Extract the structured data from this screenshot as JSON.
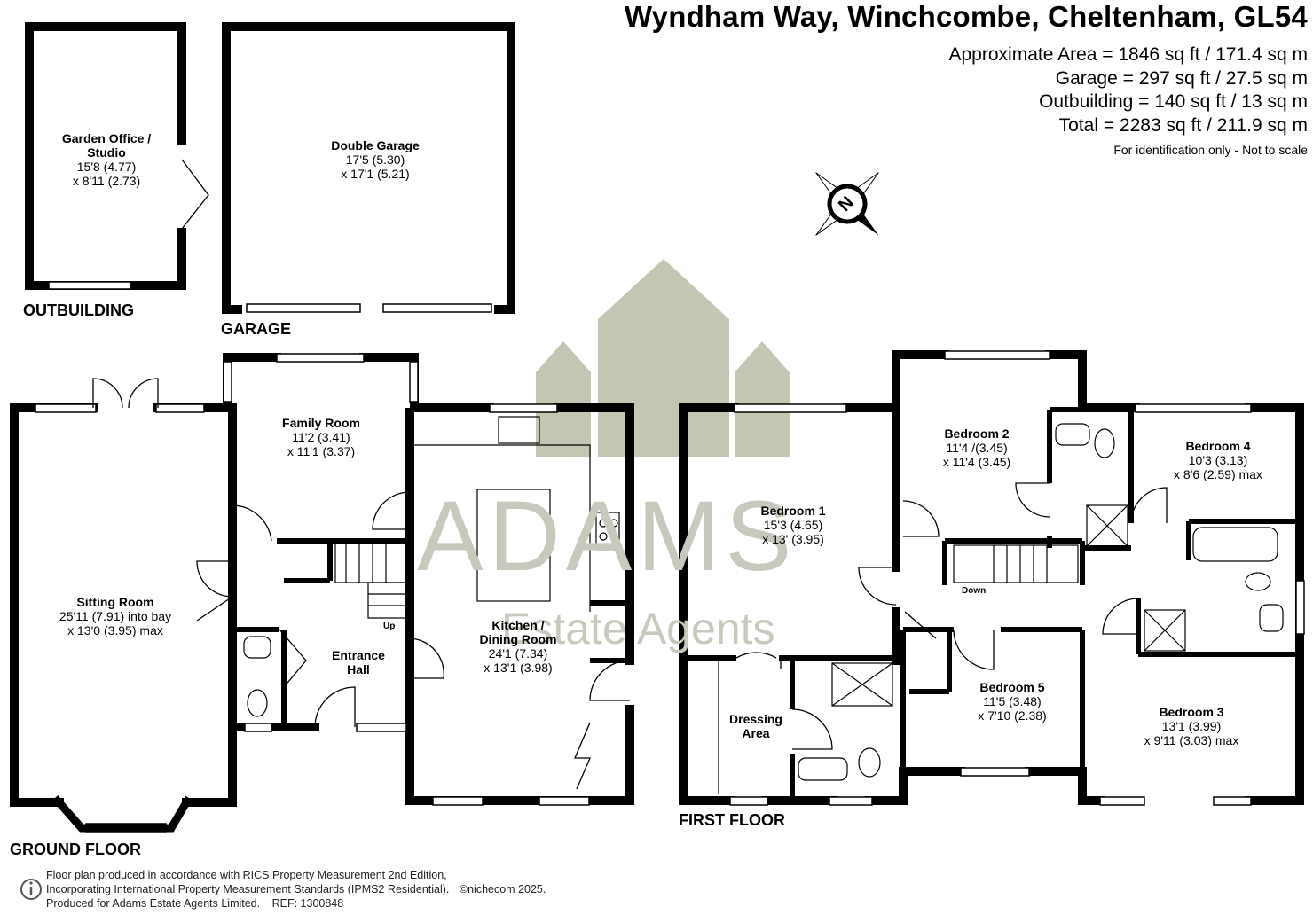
{
  "header": {
    "address": "Wyndham Way, Winchcombe, Cheltenham, GL54",
    "area_lines": [
      "Approximate Area = 1846 sq ft / 171.4 sq m",
      "Garage = 297 sq ft / 27.5 sq m",
      "Outbuilding = 140 sq ft / 13 sq m",
      "Total = 2283 sq ft / 211.9 sq m"
    ],
    "scale_note": "For identification only - Not to scale"
  },
  "compass": {
    "label": "N"
  },
  "floors": {
    "outbuilding": "OUTBUILDING",
    "garage": "GARAGE",
    "ground": "GROUND FLOOR",
    "first": "FIRST FLOOR"
  },
  "rooms": {
    "garden_office": {
      "name": "Garden Office / Studio",
      "name1": "Garden Office /",
      "name2": "Studio",
      "dim1": "15'8 (4.77)",
      "dim2": "x 8'11 (2.73)"
    },
    "double_garage": {
      "name": "Double Garage",
      "dim1": "17'5 (5.30)",
      "dim2": "x 17'1 (5.21)"
    },
    "family_room": {
      "name": "Family Room",
      "dim1": "11'2 (3.41)",
      "dim2": "x 11'1 (3.37)"
    },
    "sitting_room": {
      "name": "Sitting Room",
      "dim1": "25'11 (7.91) into bay",
      "dim2": "x 13'0 (3.95) max"
    },
    "entrance_hall": {
      "name1": "Entrance",
      "name2": "Hall"
    },
    "kitchen": {
      "name1": "Kitchen /",
      "name2": "Dining Room",
      "dim1": "24'1 (7.34)",
      "dim2": "x 13'1 (3.98)"
    },
    "bedroom1": {
      "name": "Bedroom 1",
      "dim1": "15'3 (4.65)",
      "dim2": "x 13' (3.95)"
    },
    "bedroom2": {
      "name": "Bedroom 2",
      "dim1": "11'4 /(3.45)",
      "dim2": "x 11'4 (3.45)"
    },
    "bedroom3": {
      "name": "Bedroom 3",
      "dim1": "13'1 (3.99)",
      "dim2": "x 9'11 (3.03) max"
    },
    "bedroom4": {
      "name": "Bedroom 4",
      "dim1": "10'3 (3.13)",
      "dim2": "x 8'6 (2.59) max"
    },
    "bedroom5": {
      "name": "Bedroom 5",
      "dim1": "11'5 (3.48)",
      "dim2": "x 7'10 (2.38)"
    },
    "dressing": {
      "name1": "Dressing",
      "name2": "Area"
    }
  },
  "stairs": {
    "up": "Up",
    "down": "Down"
  },
  "watermark": {
    "brand": "ADAMS",
    "sub": "Estate Agents",
    "color": "#bfc3b0"
  },
  "footer": {
    "line1": "Floor plan produced in accordance with RICS Property Measurement 2nd Edition,",
    "line2": "Incorporating International Property Measurement Standards (IPMS2 Residential).",
    "copyright": "©nichecom 2025.",
    "line3": "Produced for Adams Estate Agents Limited.",
    "ref": "REF:  1300848"
  }
}
